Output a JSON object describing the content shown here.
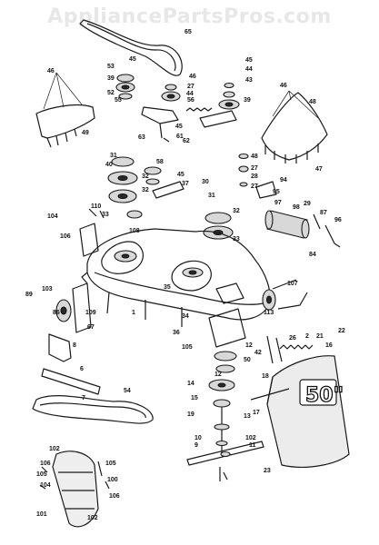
{
  "watermark": "AppliancePartsPros.com",
  "decal_text": "50\"",
  "colors": {
    "line": "#1a1a1a",
    "watermark": "#e7e7e7",
    "background": "#ffffff"
  },
  "labels": [
    {
      "id": "l65",
      "text": "65"
    },
    {
      "id": "l46a",
      "text": "46"
    },
    {
      "id": "l45a",
      "text": "45"
    },
    {
      "id": "l53",
      "text": "53"
    },
    {
      "id": "l39a",
      "text": "39"
    },
    {
      "id": "l52",
      "text": "52"
    },
    {
      "id": "l55",
      "text": "55"
    },
    {
      "id": "l46b",
      "text": "46"
    },
    {
      "id": "l27a",
      "text": "27"
    },
    {
      "id": "l44a",
      "text": "44"
    },
    {
      "id": "l45b",
      "text": "45"
    },
    {
      "id": "l44b",
      "text": "44"
    },
    {
      "id": "l43",
      "text": "43"
    },
    {
      "id": "l39b",
      "text": "39"
    },
    {
      "id": "l56",
      "text": "56"
    },
    {
      "id": "l45c",
      "text": "45"
    },
    {
      "id": "l61",
      "text": "61"
    },
    {
      "id": "l63",
      "text": "63"
    },
    {
      "id": "l62",
      "text": "62"
    },
    {
      "id": "l49",
      "text": "49"
    },
    {
      "id": "l46c",
      "text": "46"
    },
    {
      "id": "l48a",
      "text": "48"
    },
    {
      "id": "l47",
      "text": "47"
    },
    {
      "id": "l31a",
      "text": "31"
    },
    {
      "id": "l40",
      "text": "40"
    },
    {
      "id": "l58",
      "text": "58"
    },
    {
      "id": "l45d",
      "text": "45"
    },
    {
      "id": "l37",
      "text": "37"
    },
    {
      "id": "l32a",
      "text": "32"
    },
    {
      "id": "l32b",
      "text": "32"
    },
    {
      "id": "l33",
      "text": "33"
    },
    {
      "id": "l48b",
      "text": "48"
    },
    {
      "id": "l27b",
      "text": "27"
    },
    {
      "id": "l28",
      "text": "28"
    },
    {
      "id": "l27c",
      "text": "27"
    },
    {
      "id": "l94",
      "text": "94"
    },
    {
      "id": "l95",
      "text": "95"
    },
    {
      "id": "l110",
      "text": "110"
    },
    {
      "id": "l104",
      "text": "104"
    },
    {
      "id": "l30",
      "text": "30"
    },
    {
      "id": "l31b",
      "text": "31"
    },
    {
      "id": "l32c",
      "text": "32"
    },
    {
      "id": "l97",
      "text": "97"
    },
    {
      "id": "l98",
      "text": "98"
    },
    {
      "id": "l29",
      "text": "29"
    },
    {
      "id": "l87",
      "text": "87"
    },
    {
      "id": "l96",
      "text": "96"
    },
    {
      "id": "l106a",
      "text": "106"
    },
    {
      "id": "l108",
      "text": "108"
    },
    {
      "id": "l33b",
      "text": "33"
    },
    {
      "id": "l84",
      "text": "84"
    },
    {
      "id": "l107",
      "text": "107"
    },
    {
      "id": "l89",
      "text": "89"
    },
    {
      "id": "l103",
      "text": "103"
    },
    {
      "id": "l86",
      "text": "86"
    },
    {
      "id": "l109",
      "text": "109"
    },
    {
      "id": "l67",
      "text": "67"
    },
    {
      "id": "l1",
      "text": "1"
    },
    {
      "id": "l35",
      "text": "35"
    },
    {
      "id": "l34",
      "text": "34"
    },
    {
      "id": "l36",
      "text": "36"
    },
    {
      "id": "l113",
      "text": "113"
    },
    {
      "id": "l22",
      "text": "22"
    },
    {
      "id": "l105",
      "text": "105"
    },
    {
      "id": "l12a",
      "text": "12"
    },
    {
      "id": "l42",
      "text": "42"
    },
    {
      "id": "l26",
      "text": "26"
    },
    {
      "id": "l2",
      "text": "2"
    },
    {
      "id": "l21",
      "text": "21"
    },
    {
      "id": "l16",
      "text": "16"
    },
    {
      "id": "l18",
      "text": "18"
    },
    {
      "id": "l50",
      "text": "50"
    },
    {
      "id": "l12b",
      "text": "12"
    },
    {
      "id": "l14",
      "text": "14"
    },
    {
      "id": "l15",
      "text": "15"
    },
    {
      "id": "l17",
      "text": "17"
    },
    {
      "id": "l19",
      "text": "19"
    },
    {
      "id": "l13",
      "text": "13"
    },
    {
      "id": "l54",
      "text": "54"
    },
    {
      "id": "l6",
      "text": "6"
    },
    {
      "id": "l7",
      "text": "7"
    },
    {
      "id": "l8",
      "text": "8"
    },
    {
      "id": "l9",
      "text": "9"
    },
    {
      "id": "l10",
      "text": "10"
    },
    {
      "id": "l11",
      "text": "11"
    },
    {
      "id": "l102a",
      "text": "102"
    },
    {
      "id": "l23",
      "text": "23"
    },
    {
      "id": "l102b",
      "text": "102"
    },
    {
      "id": "l106b",
      "text": "106"
    },
    {
      "id": "l105b",
      "text": "105"
    },
    {
      "id": "l104b",
      "text": "104"
    },
    {
      "id": "l105c",
      "text": "105"
    },
    {
      "id": "l100",
      "text": "100"
    },
    {
      "id": "l106c",
      "text": "106"
    },
    {
      "id": "l101",
      "text": "101"
    },
    {
      "id": "l102c",
      "text": "102"
    }
  ]
}
